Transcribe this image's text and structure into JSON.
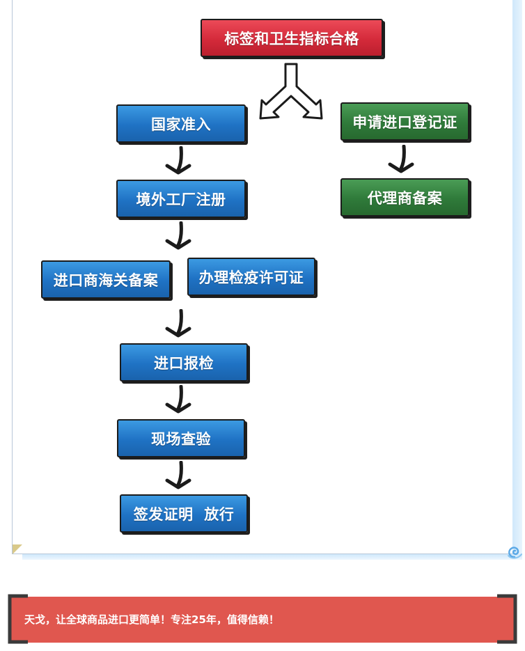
{
  "flow": {
    "top": "标签和卫生指标合格",
    "left_branch": [
      "国家准入",
      "境外工厂注册"
    ],
    "parallel": [
      "进口商海关备案",
      "办理检疫许可证"
    ],
    "left_tail": [
      "进口报检",
      "现场查验",
      "签发证明  放行"
    ],
    "right_branch": [
      "申请进口登记证",
      "代理商备案"
    ]
  },
  "footer": {
    "slogan": "天戈，让全球商品进口更简单！专注25年，值得信赖！"
  },
  "colors": {
    "blue": "#1f72c4",
    "green": "#2f7a3a",
    "red": "#d42a3a",
    "slogan_bar": "#e0574f"
  }
}
